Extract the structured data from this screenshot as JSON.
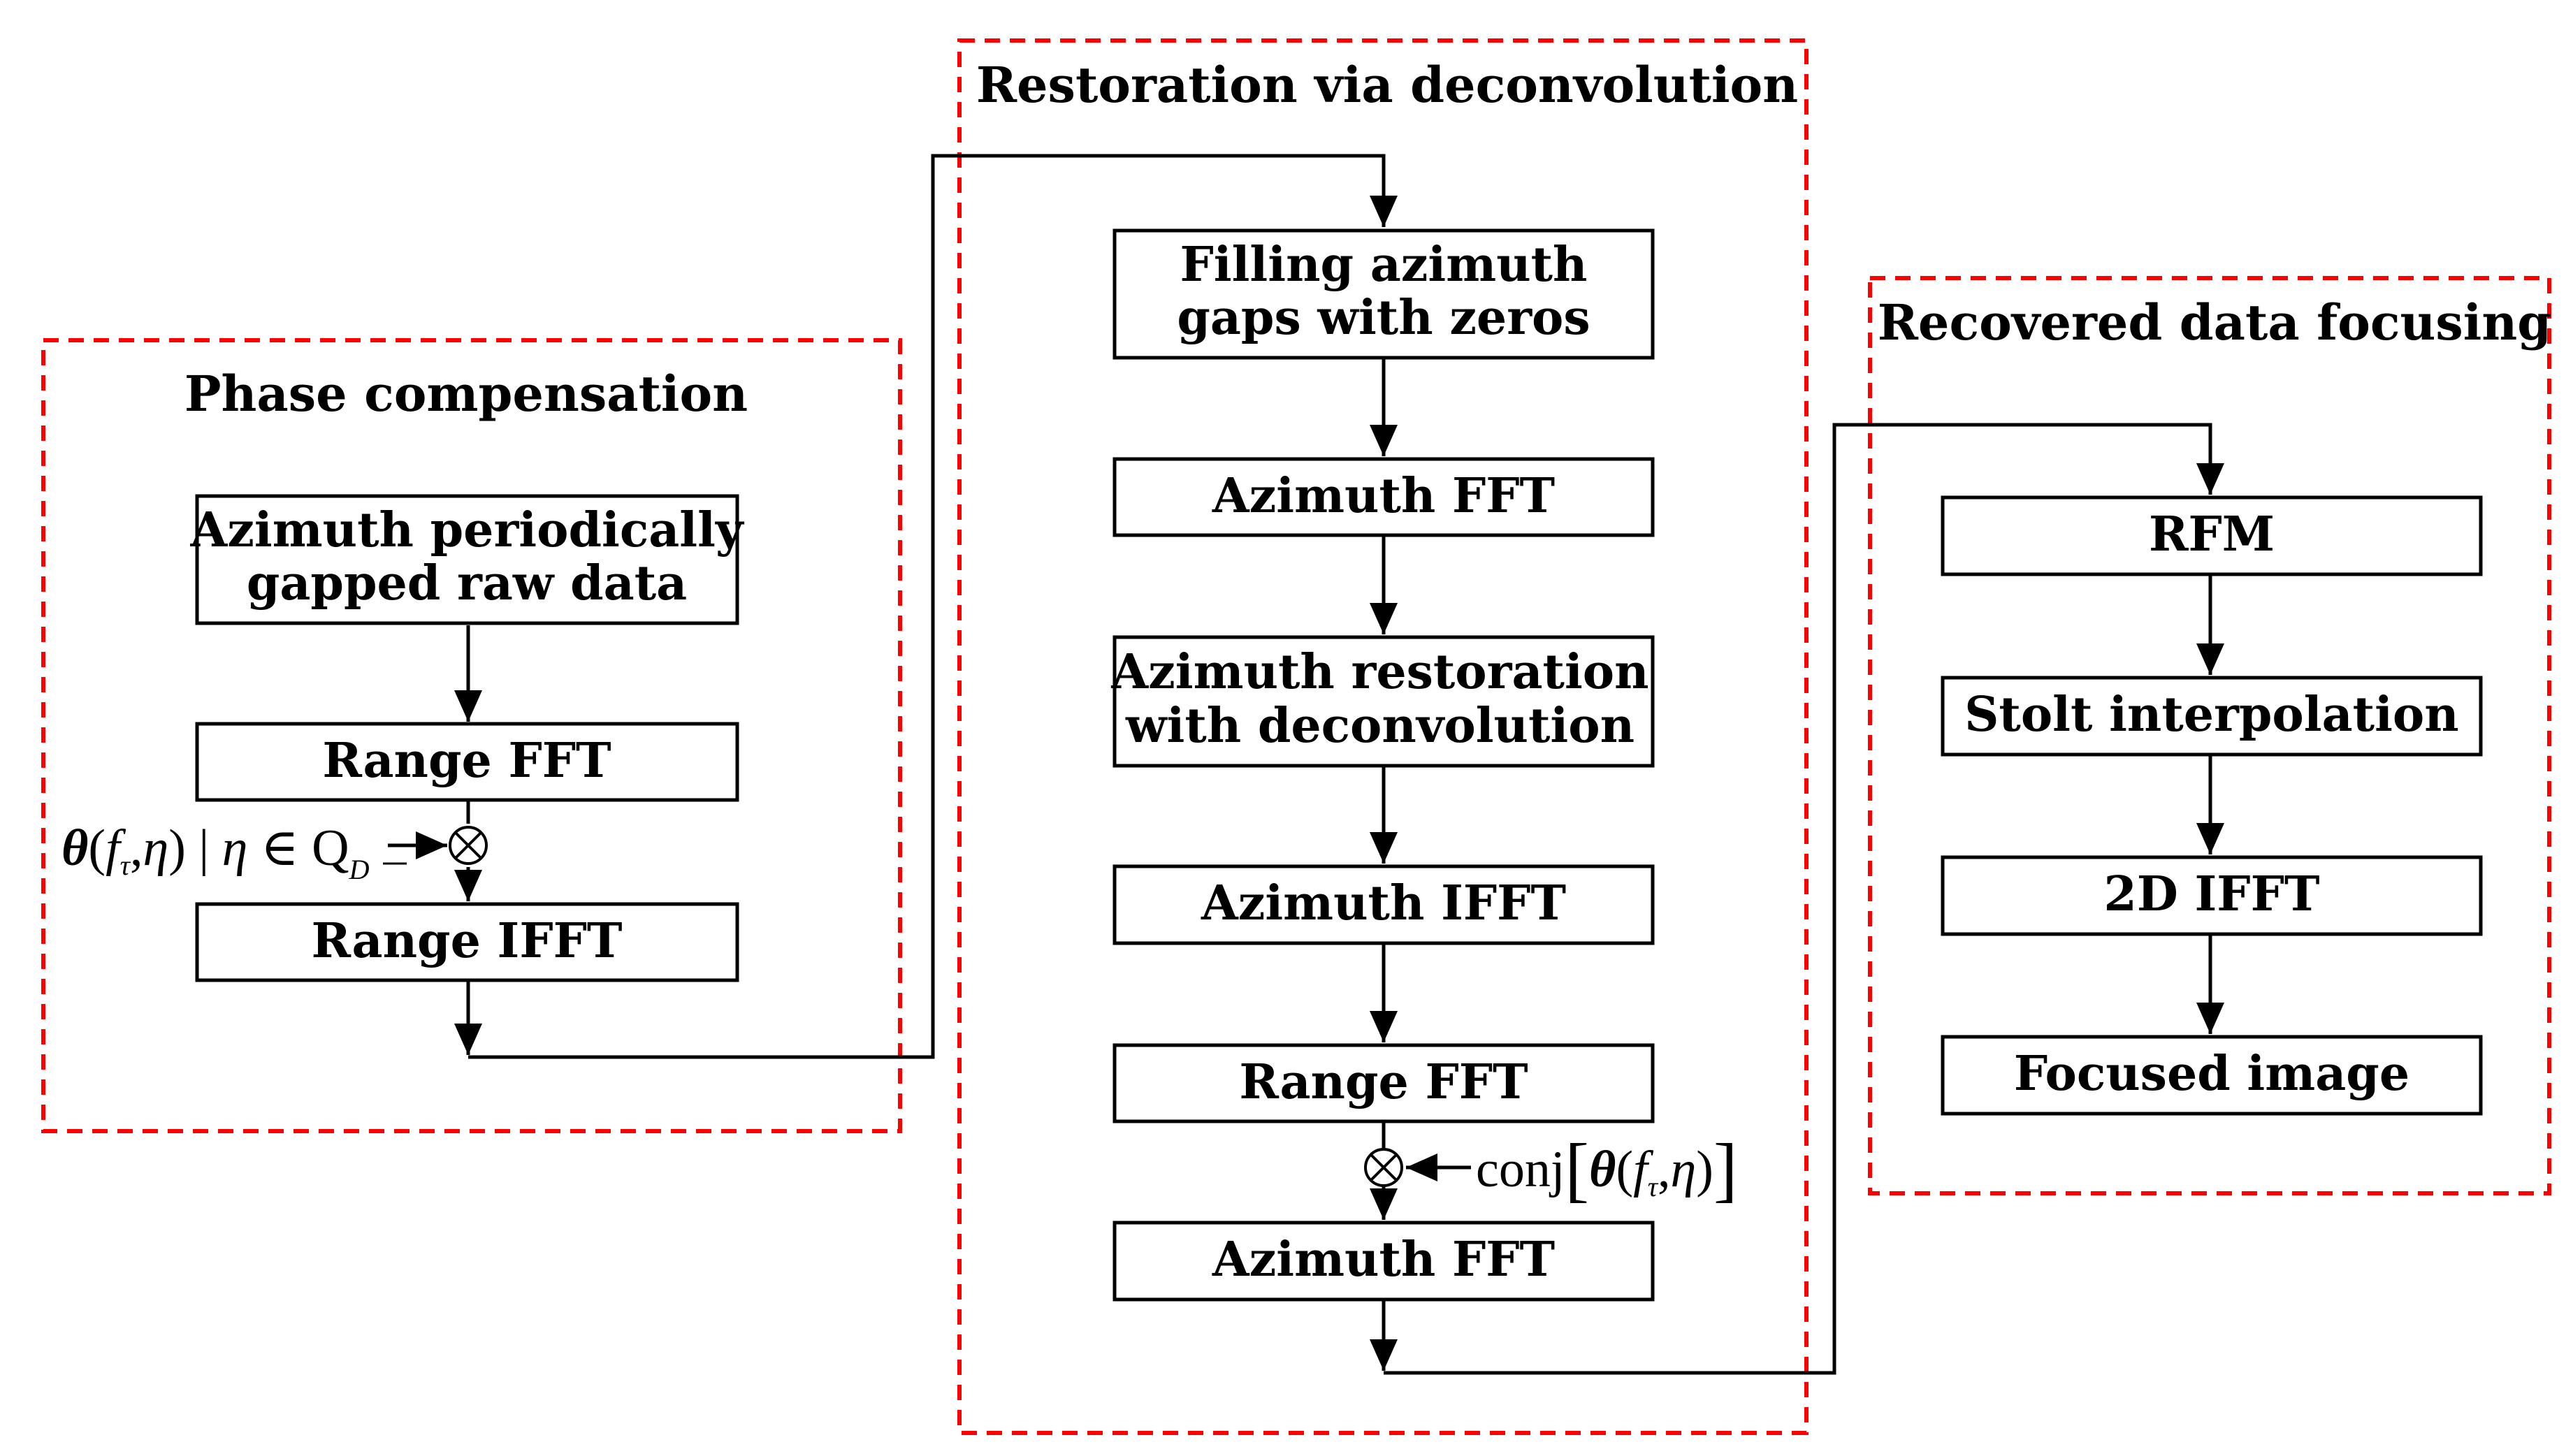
{
  "groups": {
    "phase": {
      "title": "Phase compensation"
    },
    "restoration": {
      "title": "Restoration via deconvolution"
    },
    "focusing": {
      "title": "Recovered  data focusing"
    }
  },
  "boxes": {
    "raw_line1": "Azimuth periodically",
    "raw_line2": "gapped raw data",
    "range_fft_1": "Range FFT",
    "range_ifft": "Range IFFT",
    "fill_line1": "Filling azimuth",
    "fill_line2": "gaps with zeros",
    "azimuth_fft_1": "Azimuth FFT",
    "restore_line1": "Azimuth restoration",
    "restore_line2": "with deconvolution",
    "azimuth_ifft": "Azimuth IFFT",
    "range_fft_2": "Range FFT",
    "azimuth_fft_2": "Azimuth FFT",
    "rfm": "RFM",
    "stolt": "Stolt interpolation",
    "ifft_2d": "2D IFFT",
    "focused": "Focused image"
  },
  "formulas": {
    "phase_input": {
      "theta": "θ",
      "open": "(",
      "f": "f",
      "f_sub": "τ",
      "comma": ",",
      "eta": "η",
      "close": ")",
      "bar": " | ",
      "eta2": "η",
      "in": " ∈ Q",
      "q_sub": "D"
    },
    "conj_input": {
      "conj": "conj",
      "lbracket": "[",
      "theta": "θ",
      "open": "(",
      "f": "f",
      "f_sub": "τ",
      "comma": ",",
      "eta": "η",
      "close": ")",
      "rbracket": "]"
    },
    "multiply_symbol": "⊗"
  }
}
